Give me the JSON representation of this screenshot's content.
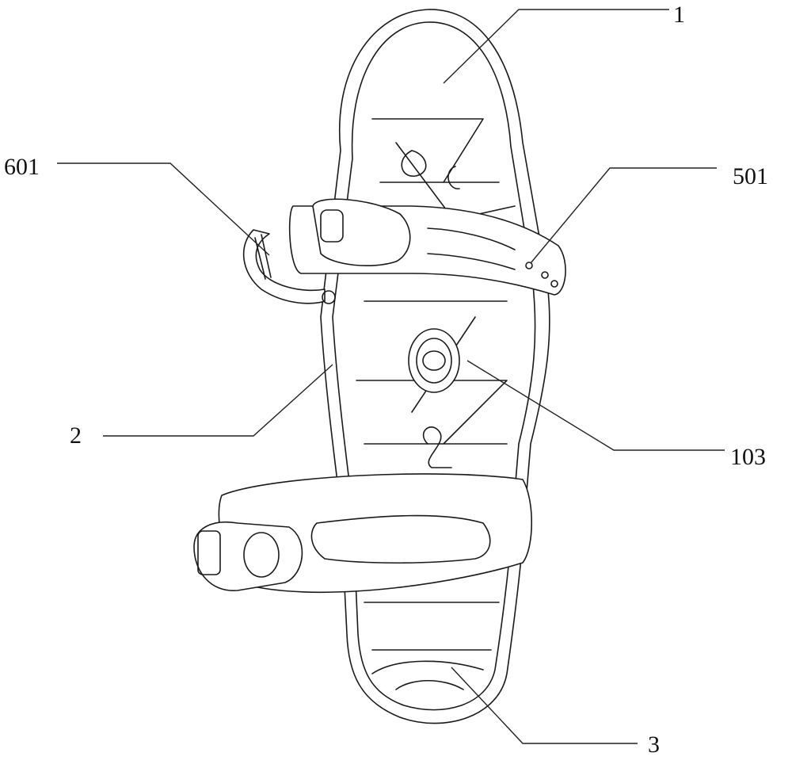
{
  "figure": {
    "type": "patent drawing",
    "labels": [
      {
        "id": "1",
        "text": "1"
      },
      {
        "id": "601",
        "text": "601"
      },
      {
        "id": "501",
        "text": "501"
      },
      {
        "id": "2",
        "text": "2"
      },
      {
        "id": "103",
        "text": "103"
      },
      {
        "id": "3",
        "text": "3"
      }
    ]
  }
}
